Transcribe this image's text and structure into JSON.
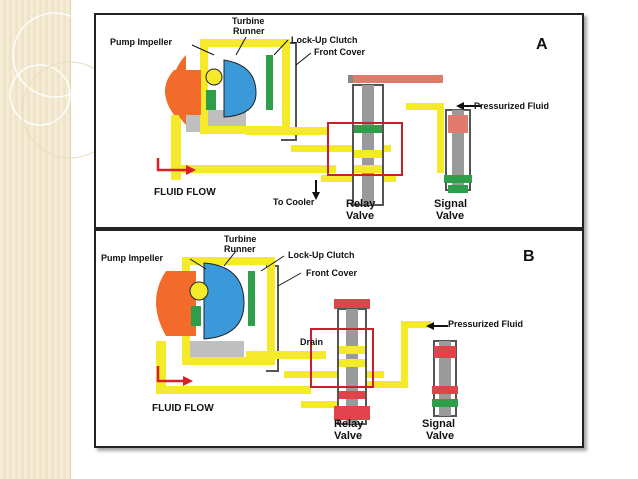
{
  "colors": {
    "fluid": "#f4ea2a",
    "pump": "#f26b2a",
    "turbine": "#3a9ad9",
    "relay_red": "#e0444a",
    "green": "#2e9e4a",
    "highlight_box": "#c8202a",
    "arrow_red": "#d8202a"
  },
  "panels": [
    {
      "letter": "A",
      "labels": {
        "turbine_runner_1": "Turbine",
        "turbine_runner_2": "Runner",
        "pump_impeller": "Pump Impeller",
        "lockup_clutch": "Lock-Up Clutch",
        "front_cover": "Front Cover",
        "pressurized_fluid": "Pressurized Fluid",
        "fluid_flow": "FLUID FLOW",
        "to_cooler": "To Cooler",
        "relay_valve_1": "Relay",
        "relay_valve_2": "Valve",
        "signal_valve_1": "Signal",
        "signal_valve_2": "Valve"
      }
    },
    {
      "letter": "B",
      "labels": {
        "turbine_runner_1": "Turbine",
        "turbine_runner_2": "Runner",
        "pump_impeller": "Pump Impeller",
        "lockup_clutch": "Lock-Up Clutch",
        "front_cover": "Front Cover",
        "pressurized_fluid": "Pressurized Fluid",
        "fluid_flow": "FLUID FLOW",
        "drain": "Drain",
        "relay_valve_1": "Relay",
        "relay_valve_2": "Valve",
        "signal_valve_1": "Signal",
        "signal_valve_2": "Valve"
      }
    }
  ]
}
